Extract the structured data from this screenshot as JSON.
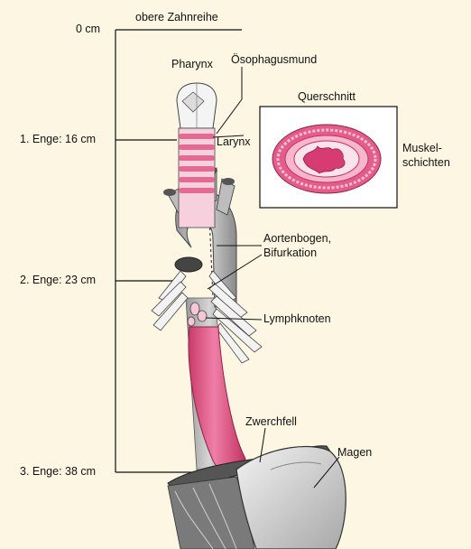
{
  "ruler": {
    "zero": "0 cm",
    "top_label": "obere Zahnreihe",
    "enge1": "1. Enge: 16 cm",
    "enge2": "2. Enge: 23 cm",
    "enge3": "3. Enge: 38 cm"
  },
  "labels": {
    "pharynx": "Pharynx",
    "oesophagusmund": "Ösophagusmund",
    "larynx": "Larynx",
    "aortenbogen": "Aortenbogen,",
    "bifurkation": "Bifurkation",
    "lymphknoten": "Lymphknoten",
    "zwerchfell": "Zwerchfell",
    "magen": "Magen"
  },
  "inset": {
    "title": "Querschnitt",
    "muskel_1": "Muskel-",
    "muskel_2": "schichten"
  },
  "colors": {
    "background": "#fdf6e3",
    "esophagus": "#e0507f",
    "esophagus_light": "#f29ab8",
    "gray": "#b8b8b8",
    "dark_gray": "#707070"
  }
}
